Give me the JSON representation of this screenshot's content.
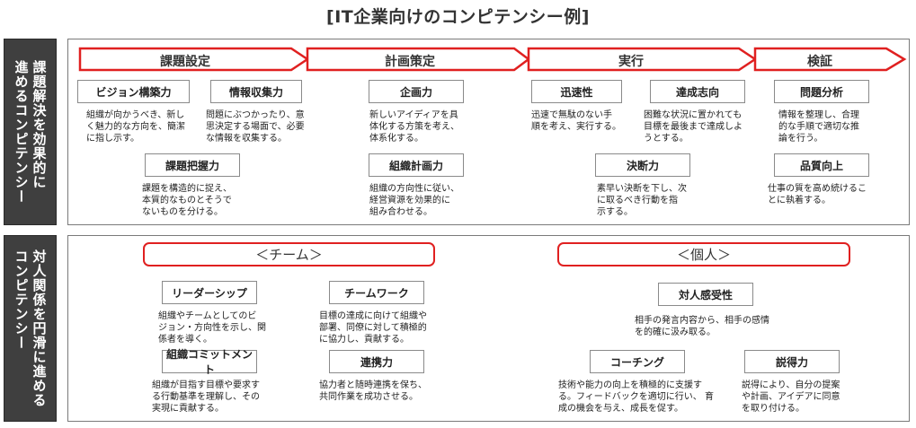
{
  "title": "[IT企業向けのコンピテンシー例]",
  "sections": {
    "problem_solving": {
      "label": "課題解決を効果的に\n進めるコンピテンシー",
      "phases": [
        "課題設定",
        "計画策定",
        "実行",
        "検証"
      ],
      "skills": [
        {
          "name": "ビジョン構築力",
          "desc": "組織が向かうべき、新し\nく魅力的な方向を、簡潔\nに指し示す。"
        },
        {
          "name": "情報収集力",
          "desc": "問題にぶつかったり、意\n思決定する場面で、必要\nな情報を収集する。"
        },
        {
          "name": "課題把握力",
          "desc": "課題を構造的に捉え、\n本質的なものとそうで\nないものを分ける。"
        },
        {
          "name": "企画力",
          "desc": "新しいアイディアを具\n体化する方策を考え、\n体系化する。"
        },
        {
          "name": "組織計画力",
          "desc": "組織の方向性に従い、\n経営資源を効果的に\n組み合わせる。"
        },
        {
          "name": "迅速性",
          "desc": "迅速で無駄のない手\n順を考え、実行する。"
        },
        {
          "name": "達成志向",
          "desc": "困難な状況に置かれても\n目標を最後まで達成しよ\nうとする。"
        },
        {
          "name": "決断力",
          "desc": "素早い決断を下し、次\nに取るべき行動を指\n示する。"
        },
        {
          "name": "問題分析",
          "desc": "情報を整理し、合理\n的な手順で適切な推\n論を行う。"
        },
        {
          "name": "品質向上",
          "desc": "仕事の質を高め続けるこ\nとに執着する。"
        }
      ]
    },
    "interpersonal": {
      "label": "対人関係を円滑に進める\nコンピテンシー",
      "groups": [
        "＜チーム＞",
        "＜個人＞"
      ],
      "skills": [
        {
          "name": "リーダーシップ",
          "desc": "組織やチームとしてのビ\nジョン・方向性を示し、関\n係者を導く。"
        },
        {
          "name": "チームワーク",
          "desc": "目標の達成に向けて組織や\n部署、同僚に対して積極的\nに協力し、貢献する。"
        },
        {
          "name": "組織コミットメント",
          "desc": "組織が目指す目標や要求す\nる行動基準を理解し、その\n実現に貢献する。"
        },
        {
          "name": "連携力",
          "desc": "協力者と随時連携を保ち、\n共同作業を成功させる。"
        },
        {
          "name": "対人感受性",
          "desc": "相手の発言内容から、相手の感情\nを的確に汲み取る。"
        },
        {
          "name": "コーチング",
          "desc": "技術や能力の向上を積極的に支援す\nる。フィードバックを適切に行い、 育\n成の機会を与え、成長を促す。"
        },
        {
          "name": "説得力",
          "desc": "説得により、自分の提案\nや計画、アイデアに同意\nを取り付ける。"
        }
      ]
    }
  },
  "colors": {
    "accent": "#e02020",
    "side_bg": "#3f3f3f"
  }
}
